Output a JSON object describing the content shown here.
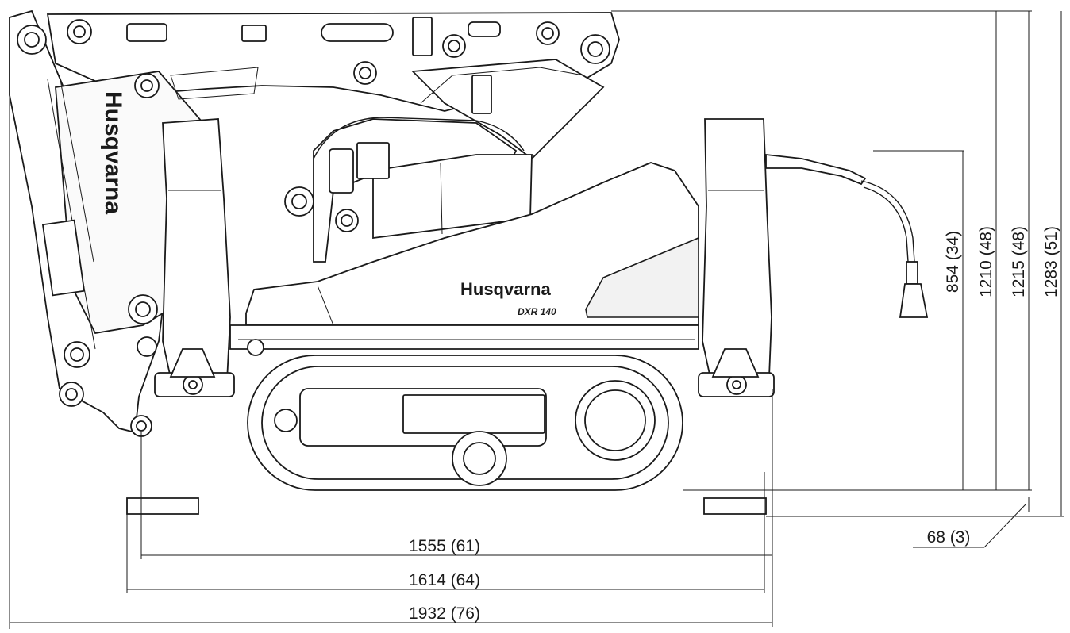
{
  "drawing": {
    "brand": "Husqvarna",
    "model": "DXR 140"
  },
  "dimensions": {
    "width_1555": "1555 (61)",
    "width_1614": "1614 (64)",
    "width_1932": "1932 (76)",
    "height_854": "854 (34)",
    "height_1210": "1210 (48)",
    "height_1215": "1215 (48)",
    "height_1283": "1283 (51)",
    "ground_68": "68 (3)"
  }
}
